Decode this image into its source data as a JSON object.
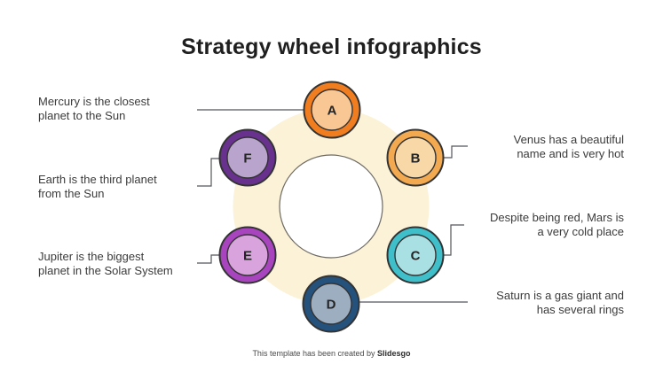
{
  "title": "Strategy wheel infographics",
  "wheel": {
    "ring": {
      "fill": "#FBF2D7",
      "stroke": "#6E6A63"
    },
    "connector_color": "#55565A",
    "nodes": [
      {
        "label": "A",
        "outer_color": "#F07D20",
        "inner_color": "#F9C794"
      },
      {
        "label": "B",
        "outer_color": "#F3A94F",
        "inner_color": "#F8D8A6"
      },
      {
        "label": "C",
        "outer_color": "#3FBFCA",
        "inner_color": "#A9E0E4"
      },
      {
        "label": "D",
        "outer_color": "#25527D",
        "inner_color": "#9EAEC1"
      },
      {
        "label": "E",
        "outer_color": "#A845BE",
        "inner_color": "#D9A4DE"
      },
      {
        "label": "F",
        "outer_color": "#68318E",
        "inner_color": "#B9A4CD"
      }
    ]
  },
  "annotations": [
    {
      "id": "mercury",
      "lines": [
        "Mercury is the closest",
        "planet to the Sun"
      ]
    },
    {
      "id": "venus",
      "lines": [
        "Venus has a beautiful",
        "name and is very hot"
      ]
    },
    {
      "id": "mars",
      "lines": [
        "Despite being red, Mars is",
        "a very cold place"
      ]
    },
    {
      "id": "saturn",
      "lines": [
        "Saturn is a gas giant and",
        "has several rings"
      ]
    },
    {
      "id": "jupiter",
      "lines": [
        "Jupiter is the biggest",
        "planet in the Solar System"
      ]
    },
    {
      "id": "earth",
      "lines": [
        "Earth is the third planet",
        "from the Sun"
      ]
    }
  ],
  "footer": {
    "prefix": "This template has been created by ",
    "brand": "Slidesgo"
  }
}
